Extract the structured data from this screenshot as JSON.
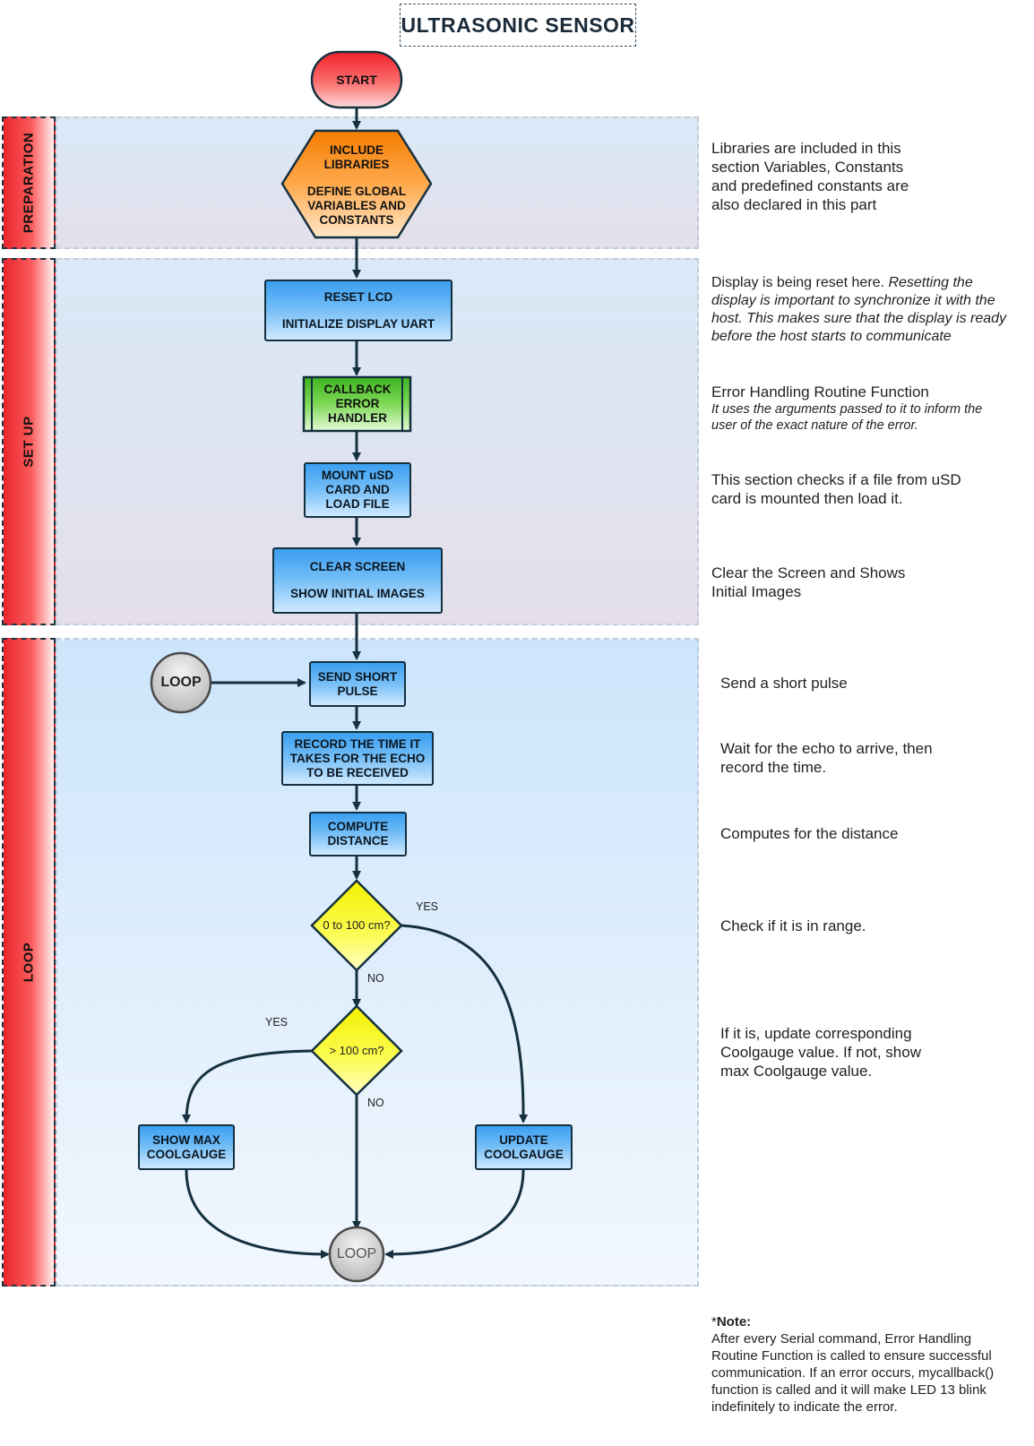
{
  "title": "ULTRASONIC SENSOR",
  "lanes": {
    "preparation": "PREPARATION",
    "setup": "SET UP",
    "loop": "LOOP"
  },
  "nodes": {
    "start": "START",
    "include_libraries": "INCLUDE LIBRARIES",
    "define_globals": "DEFINE GLOBAL VARIABLES AND CONSTANTS",
    "reset_lcd": "RESET LCD",
    "init_uart": "INITIALIZE DISPLAY UART",
    "callback": "CALLBACK ERROR HANDLER",
    "mount_usd": "MOUNT uSD CARD AND LOAD FILE",
    "clear_screen": "CLEAR SCREEN",
    "show_images": "SHOW INITIAL IMAGES",
    "loop_start": "LOOP",
    "send_pulse": "SEND SHORT PULSE",
    "record_time": "RECORD THE TIME IT TAKES FOR THE ECHO TO BE RECEIVED",
    "compute_distance": "COMPUTE DISTANCE",
    "decision_range": "0 to 100 cm?",
    "decision_over": "> 100 cm?",
    "show_max": "SHOW MAX COOLGAUGE",
    "update_gauge": "UPDATE COOLGAUGE",
    "loop_end": "LOOP",
    "yes": "YES",
    "no": "NO"
  },
  "notes": {
    "preparation": "Libraries are included in this section Variables, Constants and predefined constants are also declared in this part",
    "reset": "Display is being reset here.",
    "reset_italic": "Resetting the display is important to synchronize it with the host. This makes sure that the display is ready before the host starts to communicate",
    "error_title": "Error Handling Routine Function",
    "error_italic": "It uses the arguments passed to it to inform the user of the exact nature of the error.",
    "mount": "This section checks if a file from uSD card is mounted then load it.",
    "clear": "Clear the Screen and  Shows Initial Images",
    "pulse": "Send a short pulse",
    "echo": "Wait for the echo to arrive, then record the time.",
    "compute": "Computes for the distance",
    "range": "Check if it is in range.",
    "update": "If it is, update corresponding Coolgauge value. If not, show max Coolgauge value.",
    "footnote_star": "*",
    "footnote_title": "Note:",
    "footnote_body": "After every Serial command, Error Handling Routine Function is called to ensure successful communication. If an error occurs, mycallback() function is called and it will make LED 13 blink indefinitely to indicate the error."
  }
}
